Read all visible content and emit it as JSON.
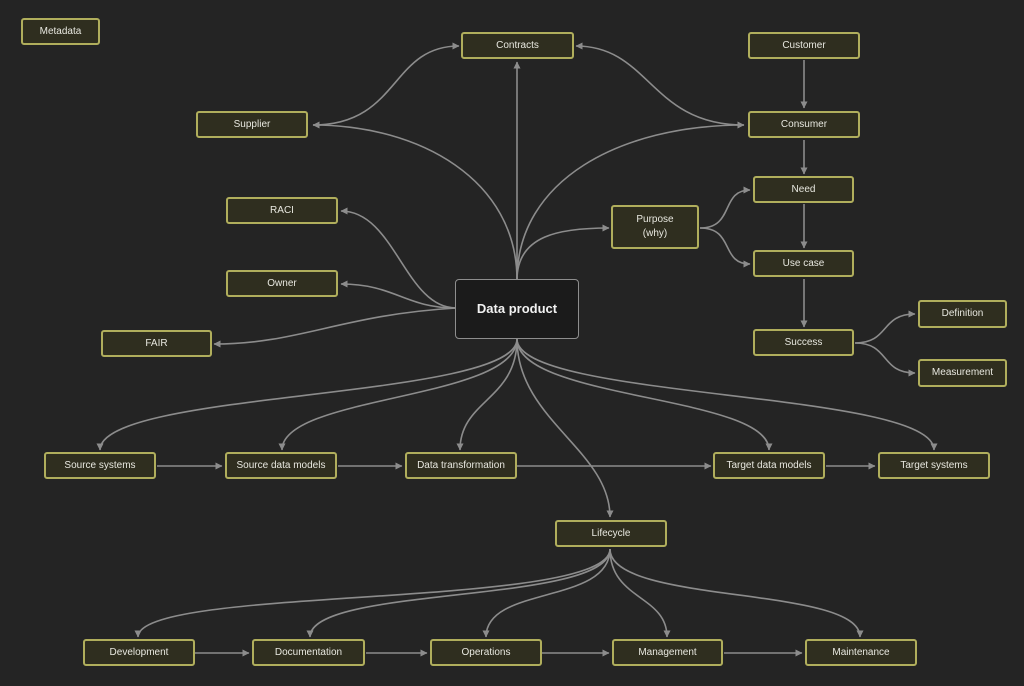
{
  "nodes": {
    "metadata": "Metadata",
    "contracts": "Contracts",
    "customer": "Customer",
    "supplier": "Supplier",
    "consumer": "Consumer",
    "need": "Need",
    "raci": "RACI",
    "purpose": "Purpose\n(why)",
    "use_case": "Use case",
    "owner": "Owner",
    "data_product": "Data product",
    "definition": "Definition",
    "fair": "FAIR",
    "success": "Success",
    "measurement": "Measurement",
    "source_systems": "Source systems",
    "source_data_models": "Source data models",
    "data_transformation": "Data transformation",
    "target_data_models": "Target data models",
    "target_systems": "Target systems",
    "lifecycle": "Lifecycle",
    "development": "Development",
    "documentation": "Documentation",
    "operations": "Operations",
    "management": "Management",
    "maintenance": "Maintenance"
  },
  "colors": {
    "background": "#242424",
    "node_fill": "#2f2e1f",
    "node_border": "#b0ae5c",
    "edge": "#8c8c8c"
  }
}
